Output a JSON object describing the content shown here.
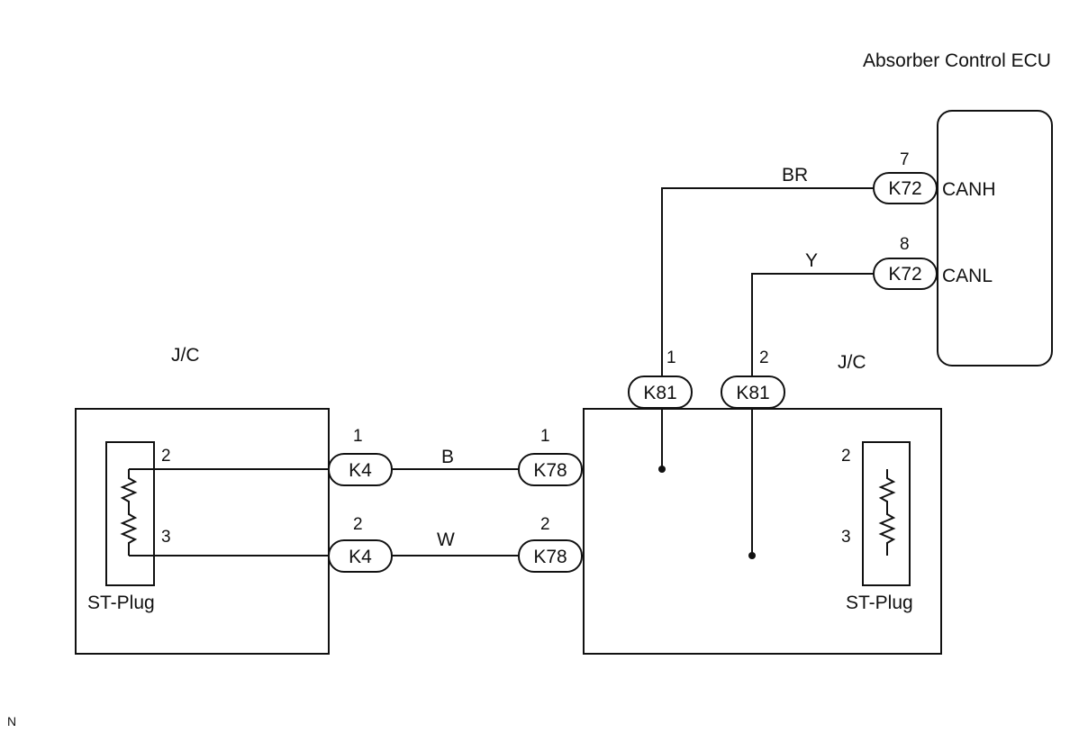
{
  "ecu": {
    "title": "Absorber Control ECU",
    "pins": [
      {
        "number": "7",
        "connector": "K72",
        "signal": "CANH"
      },
      {
        "number": "8",
        "connector": "K72",
        "signal": "CANL"
      }
    ]
  },
  "wires": {
    "canh_color": "BR",
    "canl_color": "Y",
    "line1_color": "B",
    "line2_color": "W"
  },
  "left_jc": {
    "label": "J/C",
    "plug_label": "ST-Plug",
    "plug_pin_top": "2",
    "plug_pin_bottom": "3",
    "connector": "K4",
    "pin_top": "1",
    "pin_bottom": "2"
  },
  "right_jc": {
    "label": "J/C",
    "plug_label": "ST-Plug",
    "plug_pin_top": "2",
    "plug_pin_bottom": "3",
    "connector": "K78",
    "pin_top": "1",
    "pin_bottom": "2",
    "top_connector": "K81",
    "top_pin_1": "1",
    "top_pin_2": "2"
  },
  "footer_mark": "N"
}
